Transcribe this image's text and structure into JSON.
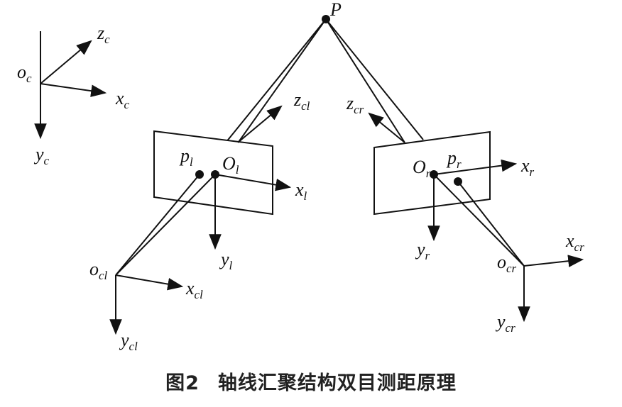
{
  "caption": {
    "figure_number": "图2",
    "title": "轴线汇聚结构双目测距原理"
  },
  "labels": {
    "point_P": "P",
    "world_origin": {
      "base": "o",
      "sub": "c"
    },
    "world_z": {
      "base": "z",
      "sub": "c"
    },
    "world_x": {
      "base": "x",
      "sub": "c"
    },
    "world_y": {
      "base": "y",
      "sub": "c"
    },
    "left_image_point": {
      "base": "p",
      "sub": "l"
    },
    "left_image_origin": {
      "base": "O",
      "sub": "l"
    },
    "left_camera_z": {
      "base": "z",
      "sub": "cl"
    },
    "left_image_x": {
      "base": "x",
      "sub": "l"
    },
    "left_image_y": {
      "base": "y",
      "sub": "l"
    },
    "left_camera_origin": {
      "base": "o",
      "sub": "cl"
    },
    "left_camera_x": {
      "base": "x",
      "sub": "cl"
    },
    "left_camera_y": {
      "base": "y",
      "sub": "cl"
    },
    "right_image_point": {
      "base": "p",
      "sub": "r"
    },
    "right_image_origin": {
      "base": "O",
      "sub": "r"
    },
    "right_camera_z": {
      "base": "z",
      "sub": "cr"
    },
    "right_image_x": {
      "base": "x",
      "sub": "r"
    },
    "right_image_y": {
      "base": "y",
      "sub": "r"
    },
    "right_camera_origin": {
      "base": "o",
      "sub": "cr"
    },
    "right_camera_x": {
      "base": "x",
      "sub": "cr"
    },
    "right_camera_y": {
      "base": "y",
      "sub": "cr"
    }
  }
}
